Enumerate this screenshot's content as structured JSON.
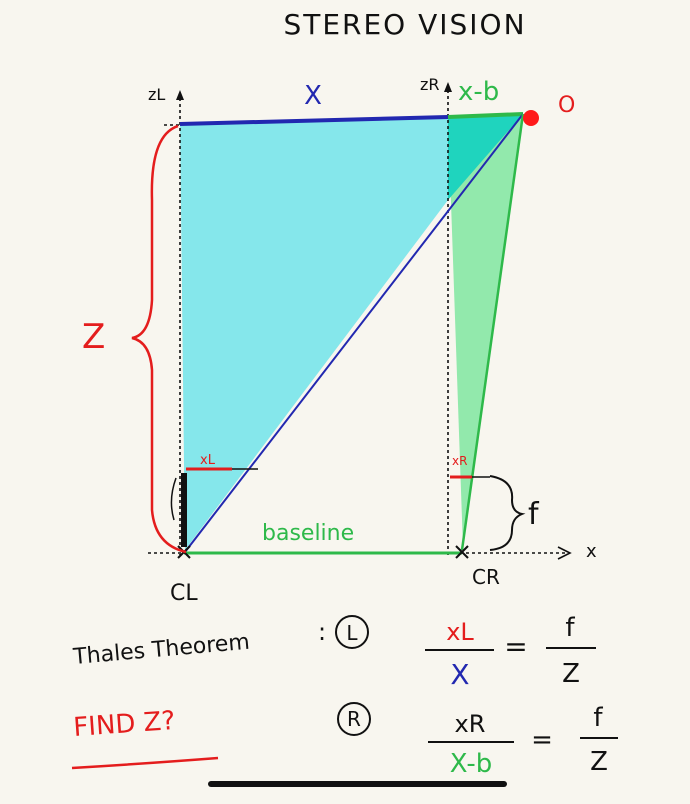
{
  "title": "STEREO VISION",
  "labels": {
    "zl": "zL",
    "zr": "zR",
    "x_top": "X",
    "x_minus_b_top": "x-b",
    "object": "O",
    "z_side": "Z",
    "xl_small": "xL",
    "xr_small": "xR",
    "baseline": "baseline",
    "f": "f",
    "x_axis": "x",
    "cl": "CL",
    "cr": "CR"
  },
  "formulas": {
    "heading": "Thales Theorem",
    "colon": ":",
    "left_tag": "L",
    "right_tag": "R",
    "eq1": {
      "num": "xL",
      "den": "X",
      "eq": "=",
      "rnum": "f",
      "rden": "Z"
    },
    "eq2": {
      "num": "xR",
      "den": "X-b",
      "eq": "=",
      "rnum": "f",
      "rden": "Z"
    },
    "question": "FIND Z?"
  },
  "colors": {
    "red": "#e41d1d",
    "blue": "#2228b0",
    "cyan_fill": "#7ee6ea",
    "teal_fill": "#19d3bf",
    "green_fill": "#8ce8a8",
    "green_line": "#2eb94a",
    "black": "#111111"
  }
}
